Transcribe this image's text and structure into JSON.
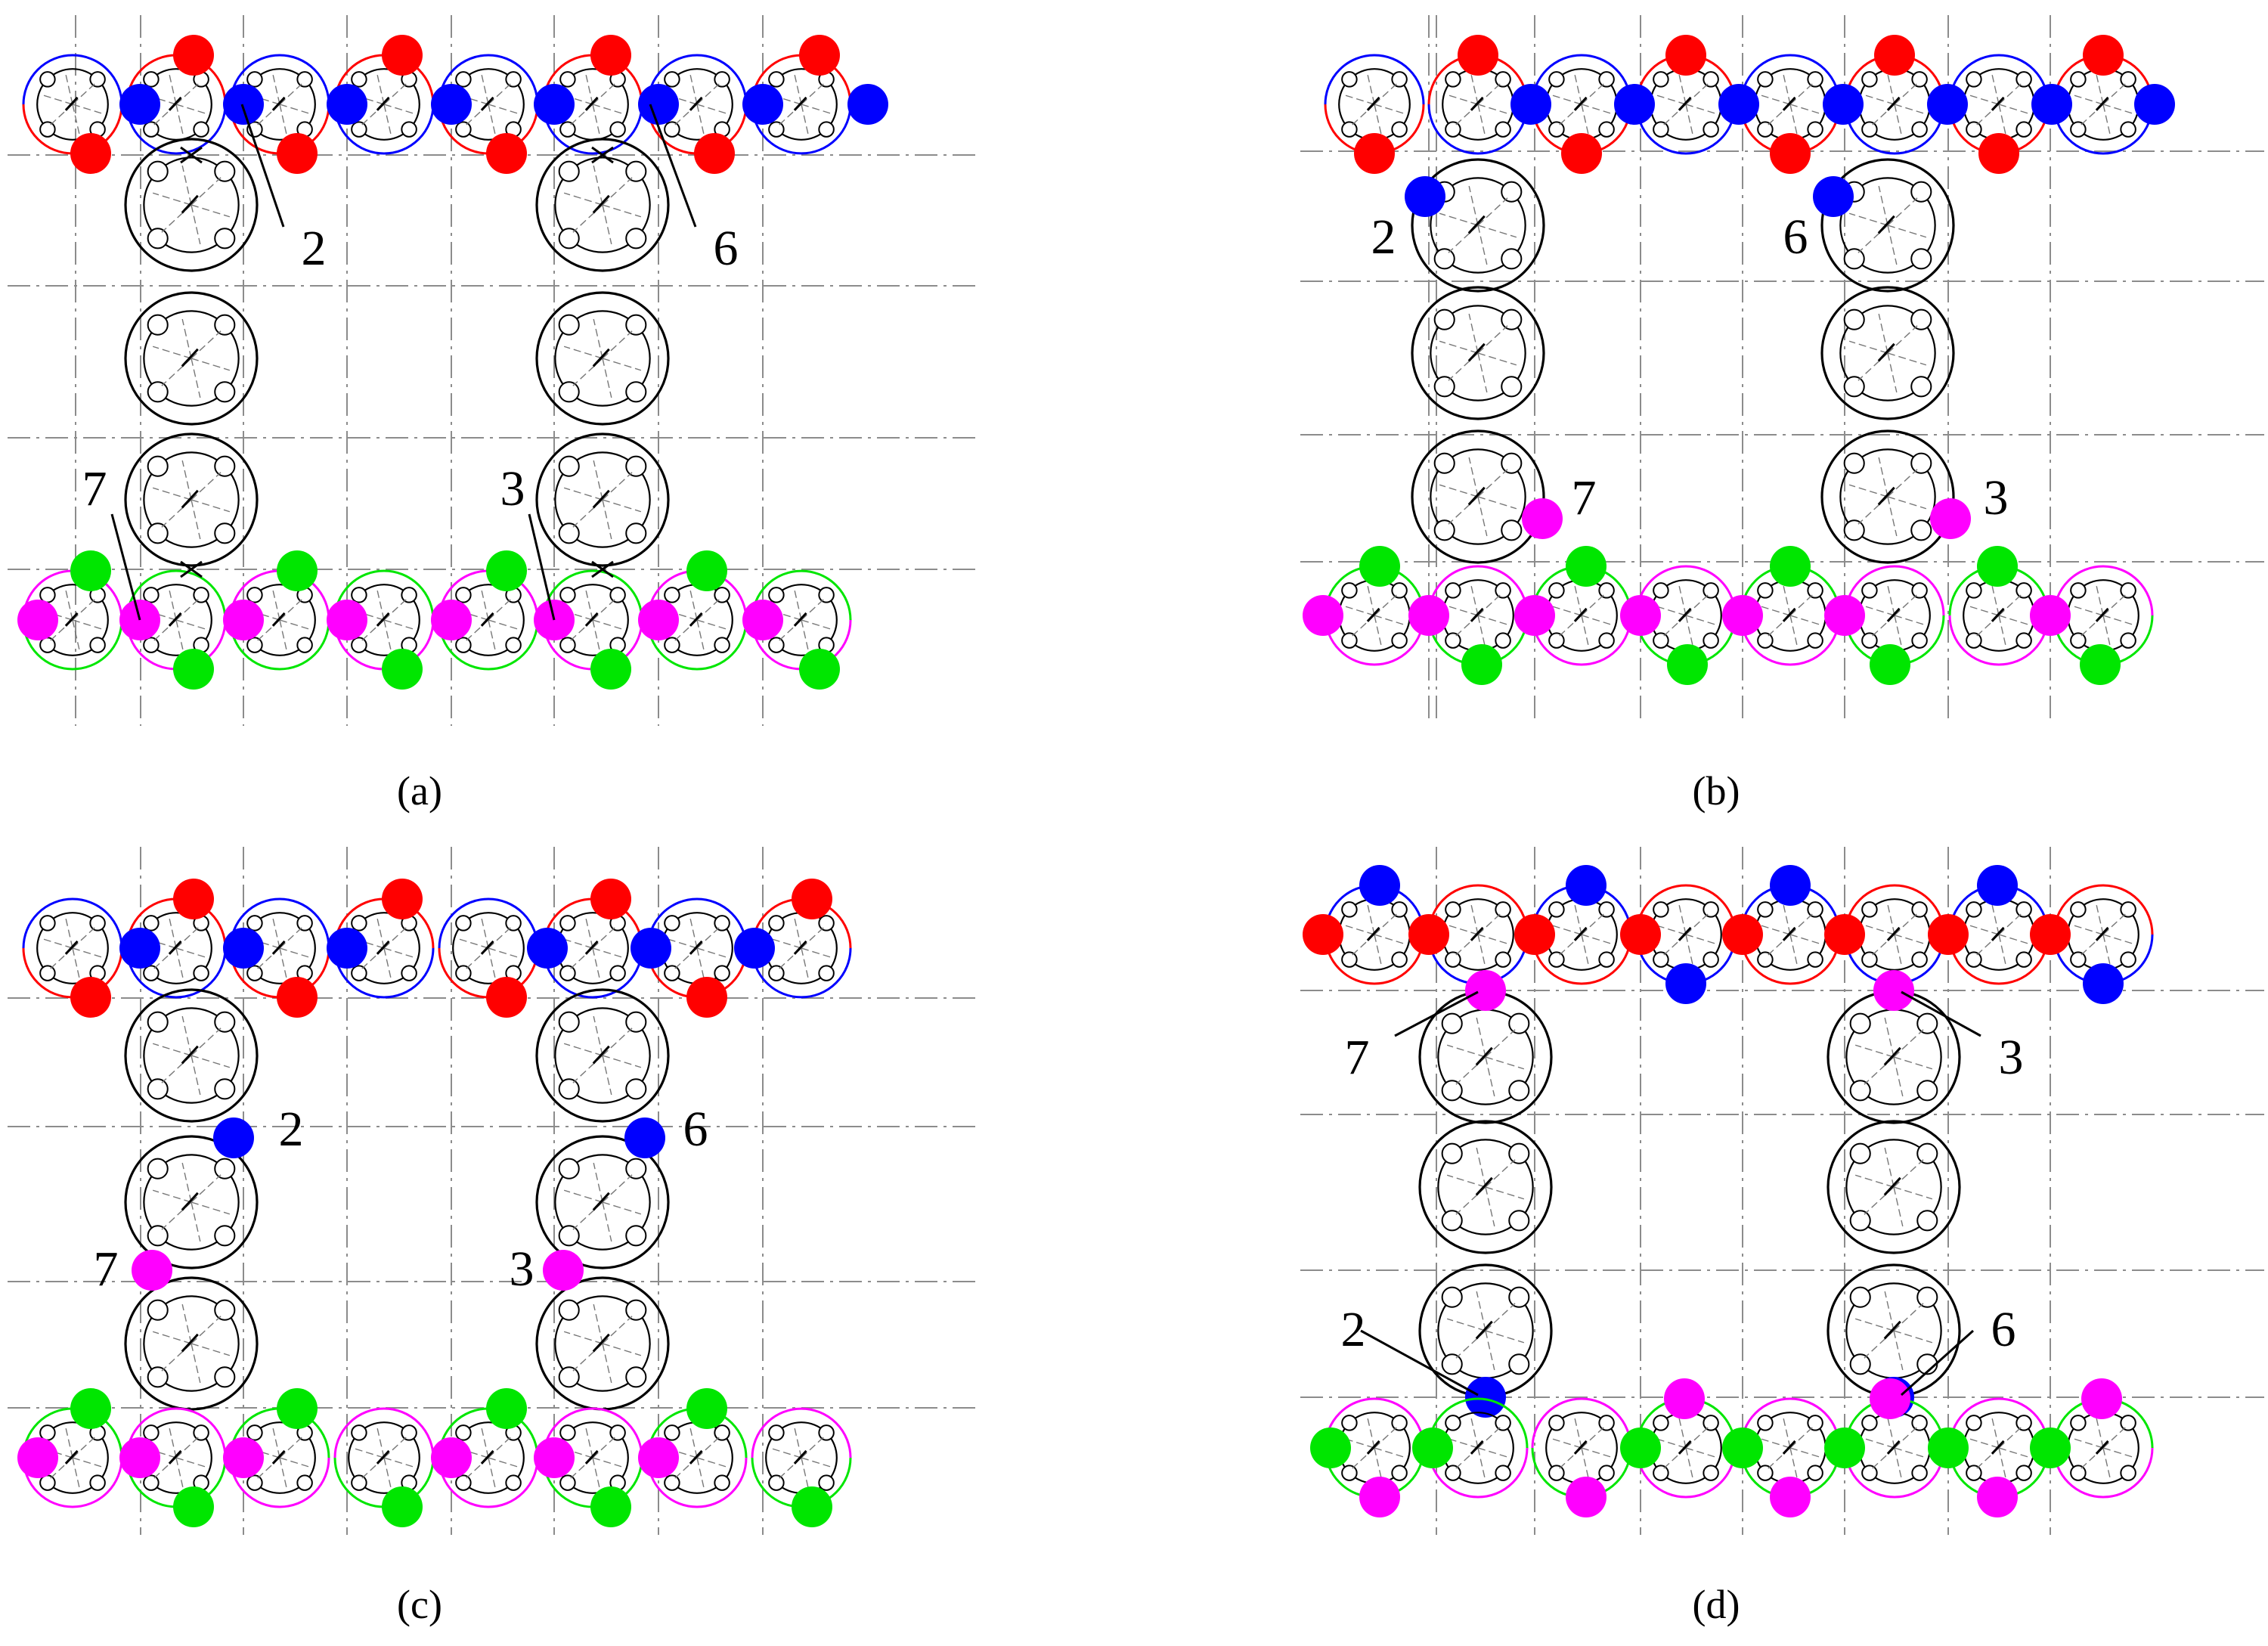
{
  "colors": {
    "red": "#ff0000",
    "blue": "#0000ff",
    "green": "#00e600",
    "magenta": "#ff00ff",
    "black": "#000000",
    "grid": "#8c8c8c"
  },
  "panels": [
    {
      "id": "a",
      "caption": "(a)",
      "numbers": [
        "2",
        "6",
        "7",
        "3"
      ]
    },
    {
      "id": "b",
      "caption": "(b)",
      "numbers": [
        "2",
        "6",
        "7",
        "3"
      ]
    },
    {
      "id": "c",
      "caption": "(c)",
      "numbers": [
        "2",
        "6",
        "7",
        "3"
      ]
    },
    {
      "id": "d",
      "caption": "(d)",
      "numbers": [
        "7",
        "3",
        "2",
        "6"
      ]
    }
  ]
}
